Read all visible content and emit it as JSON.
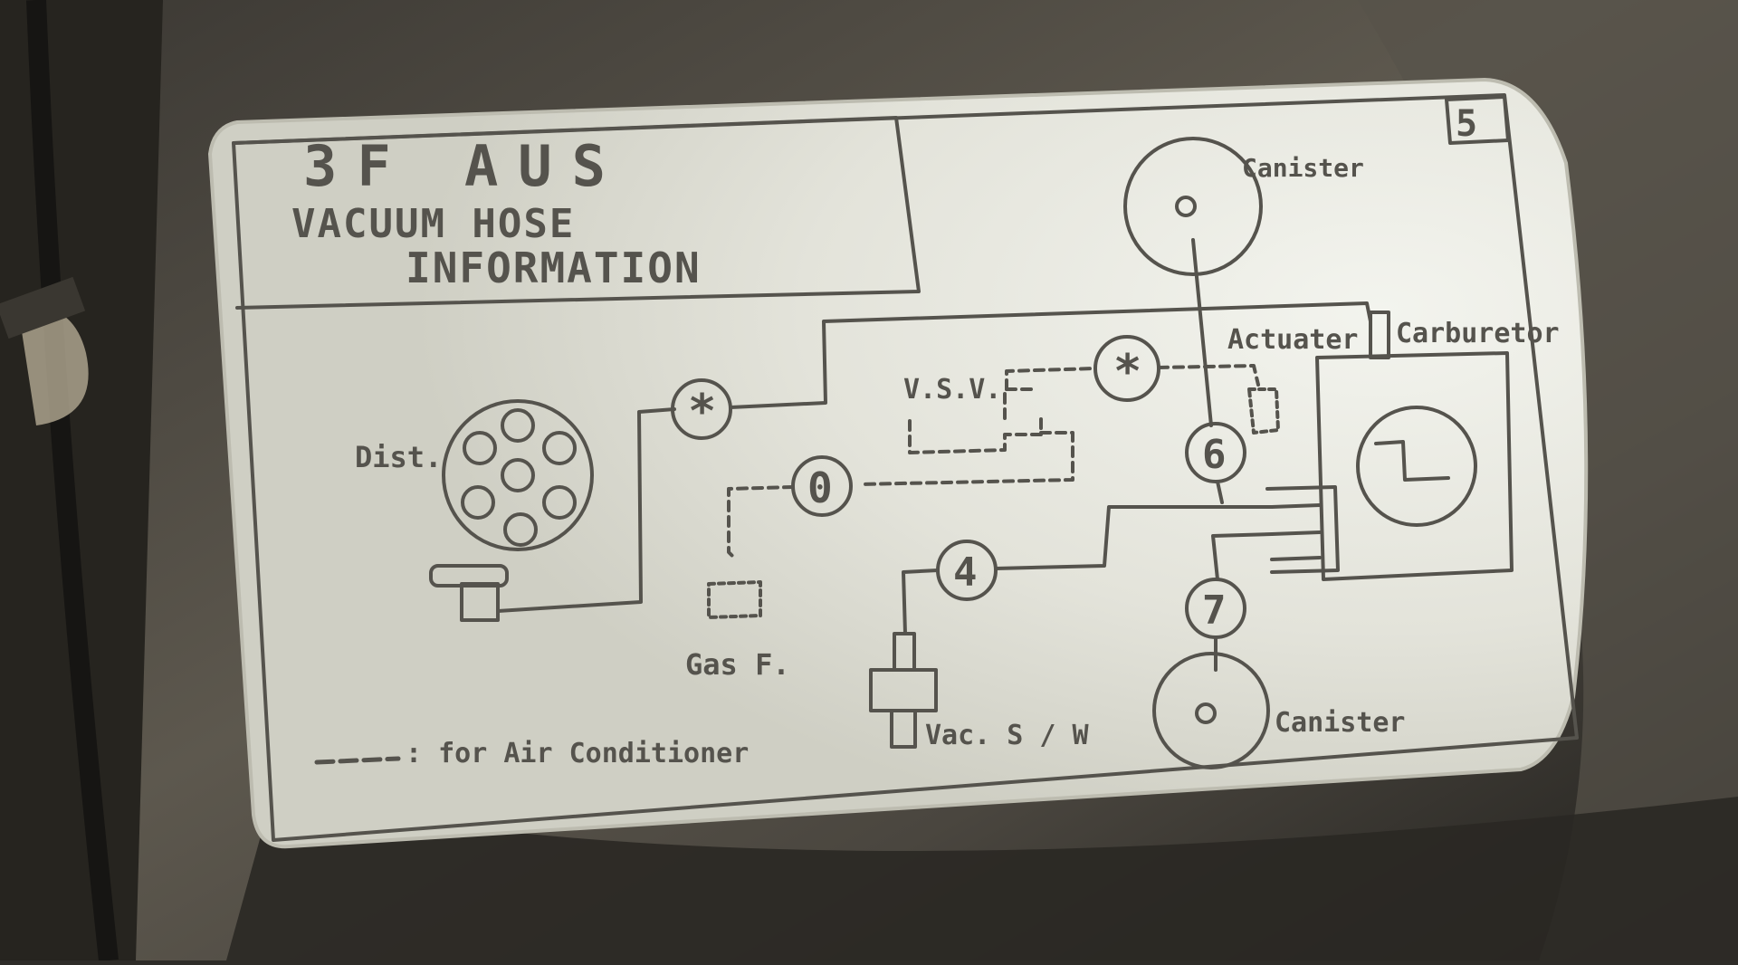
{
  "colors": {
    "label_bg": "#e6e7df",
    "ink": "#55534d",
    "metal_dark": "#2f2d29",
    "metal_light": "#6f6a5f"
  },
  "label": {
    "sheet_number": "5",
    "title_line_1": "3F  AUS",
    "title_line_2": "VACUUM HOSE",
    "title_line_3": "INFORMATION",
    "legend_symbol": "- - -",
    "legend_text": ": for  Air  Conditioner"
  },
  "components": {
    "dist": "Dist.",
    "vsv": "V.S.V.",
    "gas_filter": "Gas  F.",
    "vac_switch": "Vac. S / W",
    "canister_top": "Canister",
    "canister_bottom": "Canister",
    "actuater": "Actuater",
    "carburetor": "Carburetor"
  },
  "hose_markers": {
    "asterisk_left": "*",
    "asterisk_right": "*",
    "zero": "0",
    "four": "4",
    "six": "6",
    "seven": "7"
  }
}
